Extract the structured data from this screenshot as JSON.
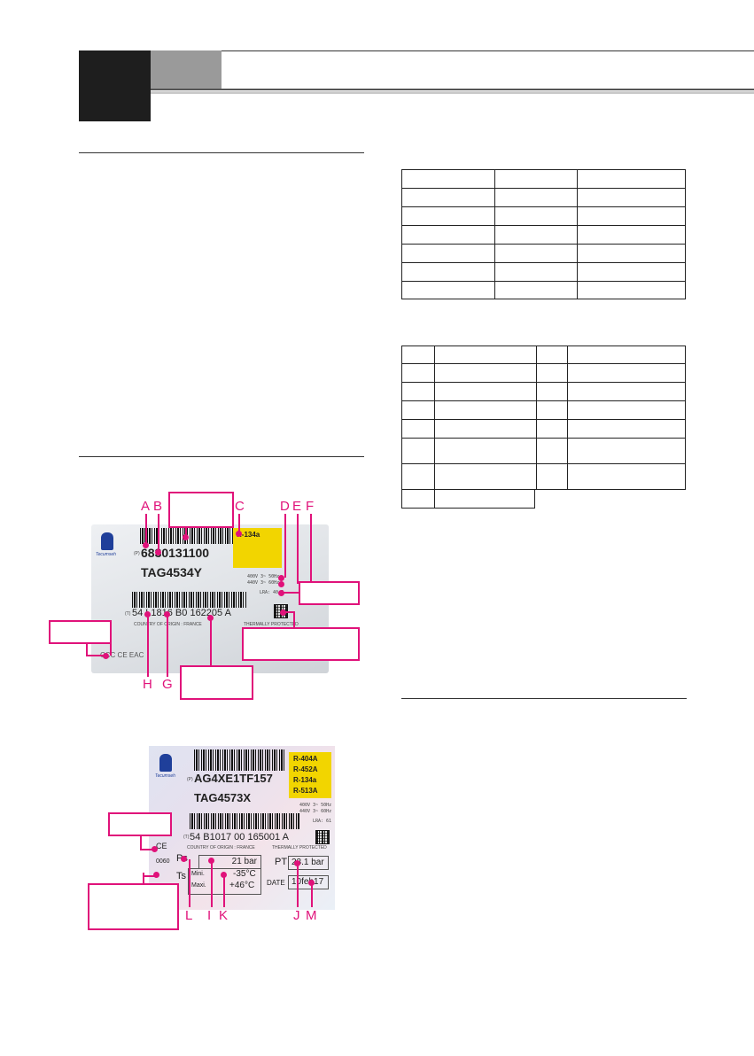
{
  "label1": {
    "serial": "6830131100",
    "serial_prefix": "(P)",
    "model": "TAG4534Y",
    "refrigerant": "R-134a",
    "elec_1": "400V 3~ 50Hz",
    "elec_2": "440V 3~ 60Hz",
    "lra": "LRA: 40.5",
    "barcode_prefix": "(T)",
    "barcode_text": "54 L1816 B0 162205 A",
    "origin": "COUNTRY OF ORIGIN : FRANCE",
    "thermal": "THERMALLY PROTECTED",
    "brand": "Tecumseh",
    "cert_marks": "CCC CE EAC"
  },
  "label2": {
    "serial": "AG4XE1TF157",
    "serial_prefix": "(P)",
    "model": "TAG4573X",
    "refrigerants": [
      "R-404A",
      "R-452A",
      "R-134a",
      "R-513A"
    ],
    "elec_1": "400V 3~ 50Hz",
    "elec_2": "440V 3~ 60Hz",
    "lra": "LRA: 61",
    "barcode_prefix": "(T)",
    "barcode_text": "54 B1017 00 165001 A",
    "origin": "COUNTRY OF ORIGIN : FRANCE",
    "thermal": "THERMALLY PROTECTED",
    "brand": "Tecumseh",
    "ce": "CE",
    "ce_num": "0060",
    "ps_label": "Ps",
    "ps_value": "21 bar",
    "ts_label": "Ts",
    "mini_label": "Mini.",
    "maxi_label": "Maxi.",
    "mini_value": "-35°C",
    "maxi_value": "+46°C",
    "pt_label": "PT",
    "pt_value": "23.1 bar",
    "date_label": "DATE",
    "date_value": "10feb17"
  },
  "callouts1": [
    "A",
    "B",
    "C",
    "D",
    "E",
    "F",
    "H",
    "G"
  ],
  "callouts2": [
    "L",
    "I",
    "K",
    "J",
    "M"
  ]
}
